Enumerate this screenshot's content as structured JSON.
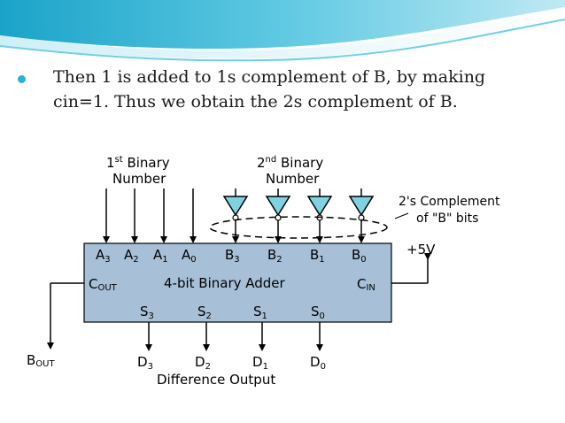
{
  "slide": {
    "bullet_line1": "Then 1 is added to 1s complement of B, by making",
    "bullet_line2": "cin=1. Thus we obtain the 2s complement of B."
  },
  "diagram": {
    "first_label_num": "1",
    "first_label_sup": "st",
    "first_label_rest": " Binary",
    "first_label_line2": "Number",
    "second_label_num": "2",
    "second_label_sup": "nd",
    "second_label_rest": " Binary",
    "second_label_line2": "Number",
    "complement_line1": "2's Complement",
    "complement_line2": "of \"B\" bits",
    "plus5v": "+5V",
    "adder_label": "4-bit Binary Adder",
    "cout_main": "C",
    "cout_sub": "OUT",
    "cin_main": "C",
    "cin_sub": "IN",
    "bout_main": "B",
    "bout_sub": "OUT",
    "footer": "Difference Output",
    "a_inputs": [
      {
        "letter": "A",
        "sub": "3"
      },
      {
        "letter": "A",
        "sub": "2"
      },
      {
        "letter": "A",
        "sub": "1"
      },
      {
        "letter": "A",
        "sub": "0"
      }
    ],
    "b_inputs": [
      {
        "letter": "B",
        "sub": "3"
      },
      {
        "letter": "B",
        "sub": "2"
      },
      {
        "letter": "B",
        "sub": "1"
      },
      {
        "letter": "B",
        "sub": "0"
      }
    ],
    "s_pins": [
      {
        "letter": "S",
        "sub": "3"
      },
      {
        "letter": "S",
        "sub": "2"
      },
      {
        "letter": "S",
        "sub": "1"
      },
      {
        "letter": "S",
        "sub": "0"
      }
    ],
    "d_outputs": [
      {
        "letter": "D",
        "sub": "3"
      },
      {
        "letter": "D",
        "sub": "2"
      },
      {
        "letter": "D",
        "sub": "1"
      },
      {
        "letter": "D",
        "sub": "0"
      }
    ],
    "colors": {
      "adder_fill": "#a7c0d8",
      "inverter_fill": "#7fd3e0",
      "accent": "#2bb3d4"
    }
  }
}
